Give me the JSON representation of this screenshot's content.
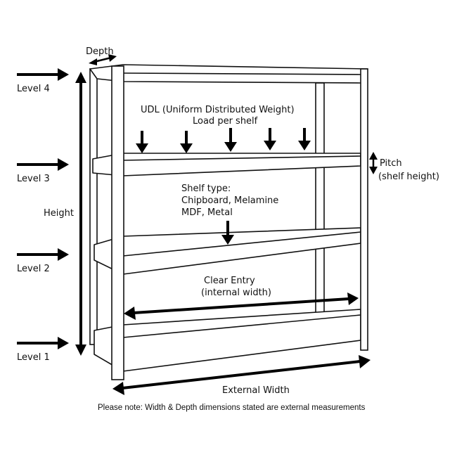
{
  "labels": {
    "depth": "Depth",
    "level_4": "Level 4",
    "level_3": "Level 3",
    "level_2": "Level 2",
    "level_1": "Level 1",
    "height": "Height",
    "udl_line1": "UDL (Uniform Distributed Weight)",
    "udl_line2": "Load per shelf",
    "pitch_line1": "Pitch",
    "pitch_line2": "(shelf height)",
    "shelf_type_line1": "Shelf type:",
    "shelf_type_line2": "Chipboard, Melamine",
    "shelf_type_line3": "MDF, Metal",
    "clear_entry_line1": "Clear Entry",
    "clear_entry_line2": "(internal width)",
    "external_width": "External Width",
    "note": "Please note: Width & Depth dimensions stated are external measurements"
  },
  "colors": {
    "ink": "#111111",
    "background": "#ffffff"
  }
}
